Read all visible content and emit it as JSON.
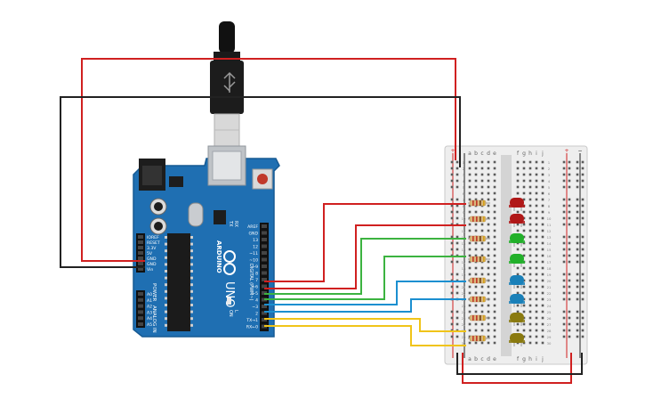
{
  "arduino": {
    "brand": "UNO",
    "model": "ARDUINO",
    "digital_label": "DIGITAL (PWM~)",
    "power_label": "POWER",
    "analog_label": "ANALOG IN",
    "on_label": "ON",
    "tx_label": "TX",
    "rx_label": "RX",
    "l_label": "L",
    "digital_pins": [
      "AREF",
      "GND",
      "13",
      "12",
      "~11",
      "~10",
      "~9",
      "8",
      "7",
      "~6",
      "~5",
      "4",
      "~3",
      "2",
      "TX→1",
      "RX←0"
    ],
    "power_pins": [
      "IOREF",
      "RESET",
      "3.3V",
      "5V",
      "GND",
      "GND",
      "Vin"
    ],
    "analog_pins": [
      "A0",
      "A1",
      "A2",
      "A3",
      "A4",
      "A5"
    ]
  },
  "breadboard": {
    "col_letters_left": [
      "a",
      "b",
      "c",
      "d",
      "e"
    ],
    "col_letters_right": [
      "f",
      "g",
      "h",
      "i",
      "j"
    ],
    "plus_sign": "+",
    "minus_sign": "−",
    "row_numbers": [
      "1",
      "2",
      "3",
      "4",
      "5",
      "6",
      "7",
      "8",
      "9",
      "10",
      "11",
      "12",
      "13",
      "14",
      "15",
      "16",
      "17",
      "18",
      "19",
      "20",
      "21",
      "22",
      "23",
      "24",
      "25",
      "26",
      "27",
      "28",
      "29",
      "30"
    ]
  },
  "leds": [
    {
      "color": "red"
    },
    {
      "color": "red"
    },
    {
      "color": "green"
    },
    {
      "color": "green"
    },
    {
      "color": "blue"
    },
    {
      "color": "blue"
    },
    {
      "color": "yellow"
    },
    {
      "color": "yellow"
    }
  ],
  "colors": {
    "board_blue": "#1f6fb2",
    "board_dark": "#165a93",
    "breadboard": "#eeeeee",
    "wire_red": "#d02020",
    "wire_black": "#222222",
    "wire_green": "#3cb340",
    "wire_blue": "#1b8fd0",
    "wire_yellow": "#f0c419",
    "led_red": "#b01818",
    "led_green": "#22b02a",
    "led_blue": "#1a80b8",
    "led_yellow": "#8a7a10"
  }
}
